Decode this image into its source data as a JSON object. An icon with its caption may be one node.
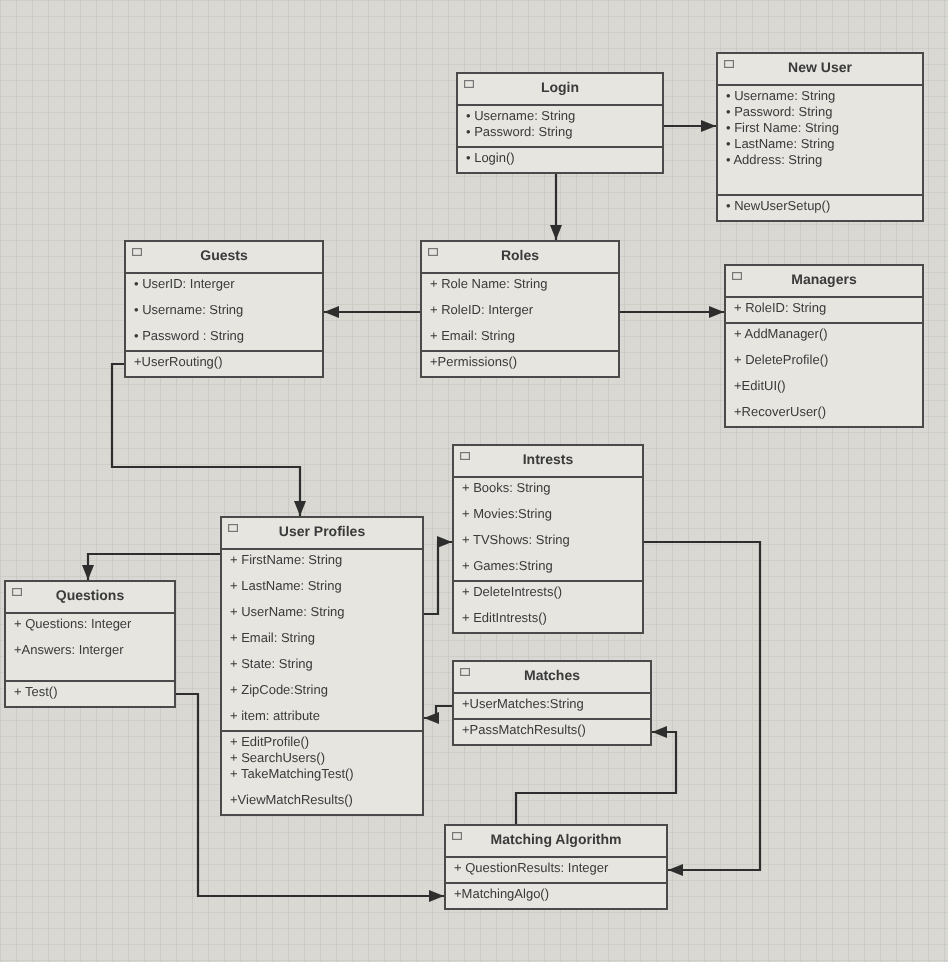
{
  "diagram": {
    "nodes": [
      {
        "text": [
          "Login",
          "• Username: String",
          "• Password: String",
          "• Login()"
        ]
      },
      {
        "text": [
          "New User",
          "• Username: String",
          "• Password: String",
          "• First Name: String",
          "• LastName: String",
          "• Address: String",
          "• NewUserSetup()"
        ]
      },
      {
        "text": [
          "Guests",
          "• UserID: Interger",
          "• Username: String",
          "• Password : String",
          "+UserRouting()"
        ]
      },
      {
        "text": [
          "Roles",
          "+ Role Name: String",
          "+ RoleID: Interger",
          "+ Email: String",
          "+Permissions()"
        ]
      },
      {
        "text": [
          "Managers",
          "+ RoleID: String",
          "+ AddManager()",
          "+ DeleteProfile()",
          "+EditUI()",
          "+RecoverUser()"
        ]
      },
      {
        "text": [
          "Intrests",
          "+ Books: String",
          "+ Movies:String",
          "+ TVShows: String",
          "+ Games:String",
          "+ DeleteIntrests()",
          "+ EditIntrests()"
        ]
      },
      {
        "text": [
          "User Profiles",
          "+ FirstName: String",
          "+ LastName: String",
          "+ UserName: String",
          "+ Email: String",
          "+ State: String",
          "+ ZipCode:String",
          "+ item: attribute",
          "+ EditProfile()",
          "+ SearchUsers()",
          "+ TakeMatchingTest()",
          "+ViewMatchResults()"
        ]
      },
      {
        "text": [
          "Questions",
          "+ Questions: Integer",
          "+Answers: Interger",
          "+ Test()"
        ]
      },
      {
        "text": [
          "Matches",
          "+UserMatches:String",
          "+PassMatchResults()"
        ]
      },
      {
        "text": [
          "Matching Algorithm",
          "+ QuestionResults: Integer",
          "+MatchingAlgo()"
        ]
      }
    ],
    "edges": [
      {
        "from": 0,
        "to": 1,
        "arrow": "to"
      },
      {
        "from": 0,
        "to": 3,
        "arrow": "to"
      },
      {
        "from": 3,
        "to": 4,
        "arrow": "to"
      },
      {
        "from": 3,
        "to": 2,
        "arrow": "to"
      },
      {
        "from": 2,
        "to": 6,
        "arrow": "to"
      },
      {
        "from": 6,
        "to": 7,
        "arrow": "to"
      },
      {
        "from": 6,
        "to": 5,
        "arrow": "to"
      },
      {
        "from": 8,
        "to": 6,
        "arrow": "to"
      },
      {
        "from": 5,
        "to": 9,
        "arrow": "to"
      },
      {
        "from": 7,
        "to": 9,
        "arrow": "to"
      },
      {
        "from": 9,
        "to": 8,
        "arrow": "to"
      }
    ]
  }
}
